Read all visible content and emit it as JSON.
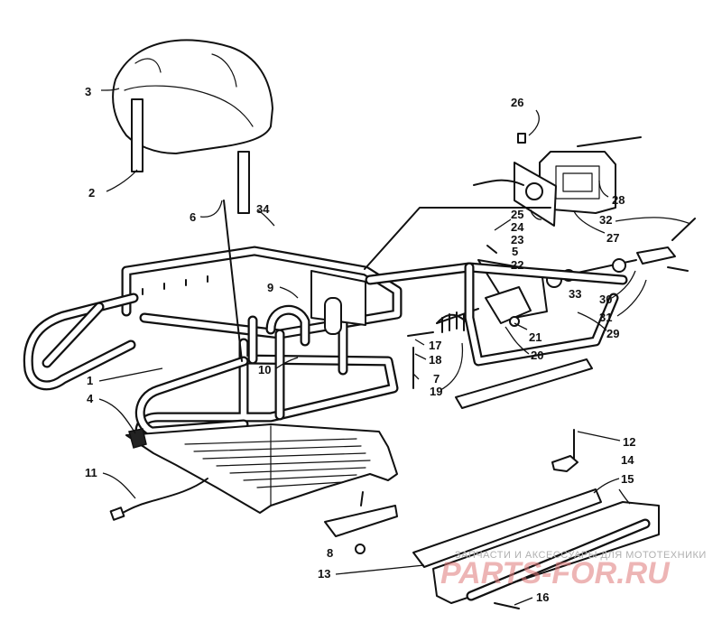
{
  "callouts": [
    {
      "id": "1",
      "text": "1"
    },
    {
      "id": "2",
      "text": "2"
    },
    {
      "id": "3",
      "text": "3"
    },
    {
      "id": "4",
      "text": "4"
    },
    {
      "id": "5",
      "text": "5"
    },
    {
      "id": "6",
      "text": "6"
    },
    {
      "id": "7",
      "text": "7"
    },
    {
      "id": "8",
      "text": "8"
    },
    {
      "id": "9",
      "text": "9"
    },
    {
      "id": "10",
      "text": "10"
    },
    {
      "id": "11",
      "text": "11"
    },
    {
      "id": "12",
      "text": "12"
    },
    {
      "id": "13",
      "text": "13"
    },
    {
      "id": "14",
      "text": "14"
    },
    {
      "id": "15",
      "text": "15"
    },
    {
      "id": "16",
      "text": "16"
    },
    {
      "id": "17",
      "text": "17"
    },
    {
      "id": "18",
      "text": "18"
    },
    {
      "id": "19",
      "text": "19"
    },
    {
      "id": "20",
      "text": "20"
    },
    {
      "id": "21",
      "text": "21"
    },
    {
      "id": "22",
      "text": "22"
    },
    {
      "id": "23",
      "text": "23"
    },
    {
      "id": "24",
      "text": "24"
    },
    {
      "id": "25",
      "text": "25"
    },
    {
      "id": "26",
      "text": "26"
    },
    {
      "id": "27",
      "text": "27"
    },
    {
      "id": "28",
      "text": "28"
    },
    {
      "id": "29",
      "text": "29"
    },
    {
      "id": "30",
      "text": "30"
    },
    {
      "id": "31",
      "text": "31"
    },
    {
      "id": "32",
      "text": "32"
    },
    {
      "id": "33",
      "text": "33"
    },
    {
      "id": "34",
      "text": "34"
    }
  ],
  "watermark": {
    "tagline": "ЗАПЧАСТИ И АКСЕССУАРЫ ДЛЯ МОТОТЕХНИКИ",
    "brand": "PARTS-FOR.RU"
  },
  "colors": {
    "ink": "#111111",
    "background": "#ffffff",
    "watermark": "#e07a7a"
  }
}
